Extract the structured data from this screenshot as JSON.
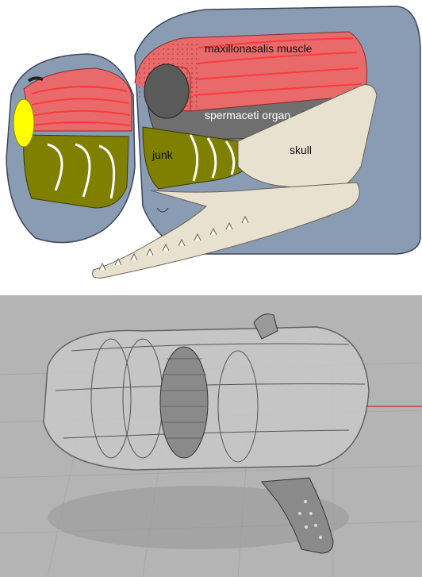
{
  "labels": {
    "maxillonasalis": "maxillonasalis muscle",
    "spermaceti": "spermaceti organ",
    "junk": "junk",
    "skull": "skull"
  },
  "colors": {
    "body": "#8a9cb4",
    "muscle": "#e86a6a",
    "muscle_lines": "#ff3a3a",
    "junk": "#7f7f00",
    "organ": "#6f6f6f",
    "bone": "#e9e1d0",
    "eye": "#ffff00",
    "grid_bg": "#b4b4b4"
  },
  "icons": {
    "top": "sperm-whale-head-cutaway",
    "bottom": "ray-gun-wireframe-model"
  }
}
